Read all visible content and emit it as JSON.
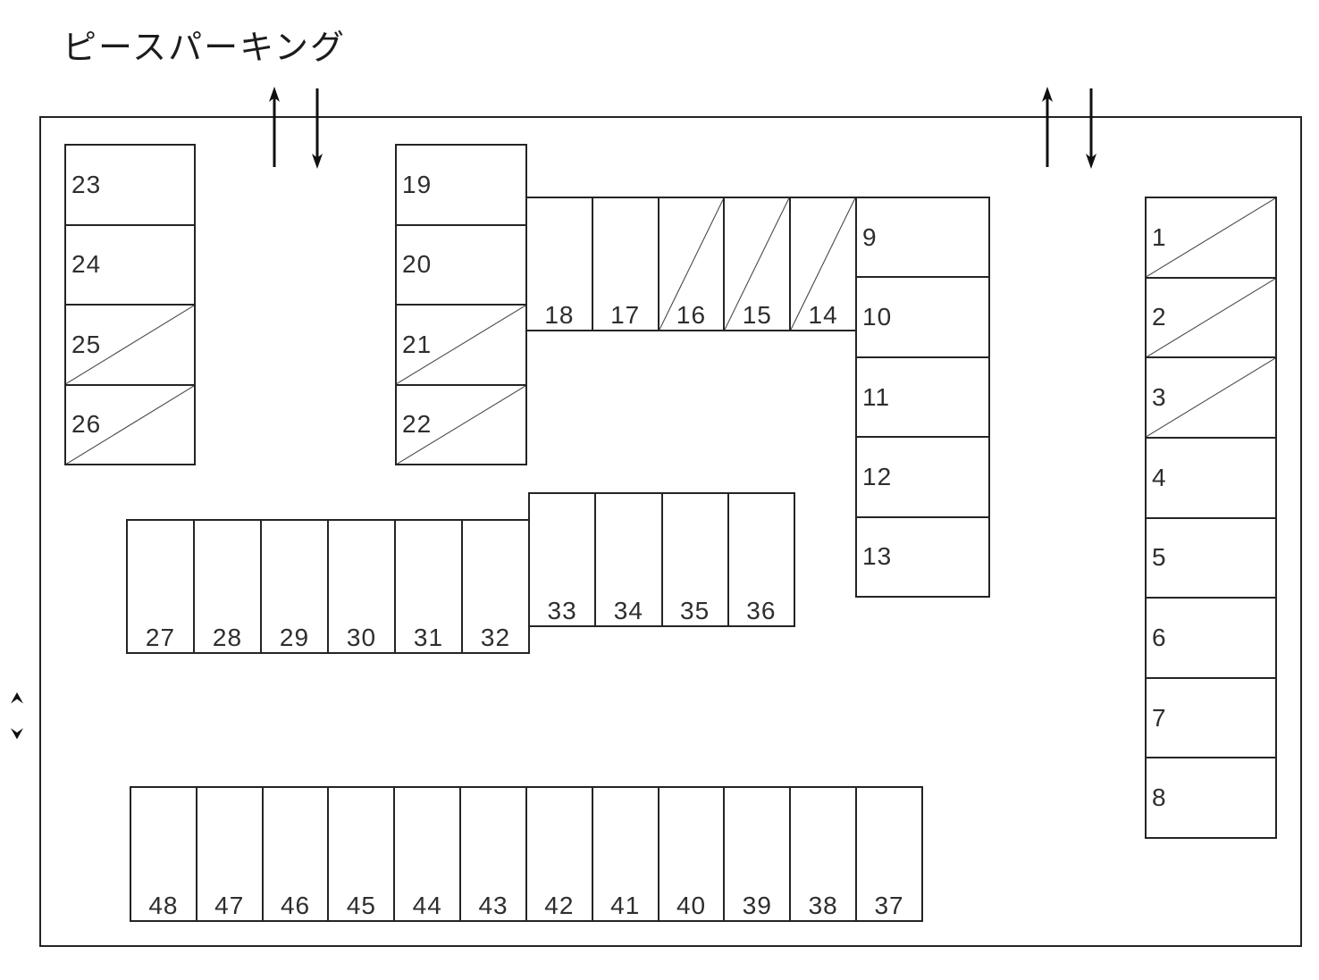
{
  "title": "ピースパーキング",
  "lot": {
    "colors": {
      "line": "#242424",
      "text": "#2e2e2e",
      "background": "#ffffff"
    },
    "entrance_arrows": {
      "top_left": [
        "arrow-up",
        "arrow-down"
      ],
      "top_right": [
        "arrow-up",
        "arrow-down"
      ],
      "left_edge": [
        "chevron-up",
        "chevron-down"
      ]
    },
    "groups": {
      "block_23_26": [
        {
          "label": "23",
          "diagonal": false
        },
        {
          "label": "24",
          "diagonal": false
        },
        {
          "label": "25",
          "diagonal": true
        },
        {
          "label": "26",
          "diagonal": true
        }
      ],
      "block_19_22": [
        {
          "label": "19",
          "diagonal": false
        },
        {
          "label": "20",
          "diagonal": false
        },
        {
          "label": "21",
          "diagonal": true
        },
        {
          "label": "22",
          "diagonal": true
        }
      ],
      "row_18_14": [
        {
          "label": "18",
          "diagonal": false
        },
        {
          "label": "17",
          "diagonal": false
        },
        {
          "label": "16",
          "diagonal": true
        },
        {
          "label": "15",
          "diagonal": true
        },
        {
          "label": "14",
          "diagonal": true
        }
      ],
      "block_9_13": [
        {
          "label": "9",
          "diagonal": false
        },
        {
          "label": "10",
          "diagonal": false
        },
        {
          "label": "11",
          "diagonal": false
        },
        {
          "label": "12",
          "diagonal": false
        },
        {
          "label": "13",
          "diagonal": false
        }
      ],
      "block_1_8": [
        {
          "label": "1",
          "diagonal": true
        },
        {
          "label": "2",
          "diagonal": true
        },
        {
          "label": "3",
          "diagonal": true
        },
        {
          "label": "4",
          "diagonal": false
        },
        {
          "label": "5",
          "diagonal": false
        },
        {
          "label": "6",
          "diagonal": false
        },
        {
          "label": "7",
          "diagonal": false
        },
        {
          "label": "8",
          "diagonal": false
        }
      ],
      "row_27_32": [
        {
          "label": "27",
          "diagonal": false
        },
        {
          "label": "28",
          "diagonal": false
        },
        {
          "label": "29",
          "diagonal": false
        },
        {
          "label": "30",
          "diagonal": false
        },
        {
          "label": "31",
          "diagonal": false
        },
        {
          "label": "32",
          "diagonal": false
        }
      ],
      "row_33_36": [
        {
          "label": "33",
          "diagonal": false
        },
        {
          "label": "34",
          "diagonal": false
        },
        {
          "label": "35",
          "diagonal": false
        },
        {
          "label": "36",
          "diagonal": false
        }
      ],
      "row_48_37": [
        {
          "label": "48",
          "diagonal": false
        },
        {
          "label": "47",
          "diagonal": false
        },
        {
          "label": "46",
          "diagonal": false
        },
        {
          "label": "45",
          "diagonal": false
        },
        {
          "label": "44",
          "diagonal": false
        },
        {
          "label": "43",
          "diagonal": false
        },
        {
          "label": "42",
          "diagonal": false
        },
        {
          "label": "41",
          "diagonal": false
        },
        {
          "label": "40",
          "diagonal": false
        },
        {
          "label": "39",
          "diagonal": false
        },
        {
          "label": "38",
          "diagonal": false
        },
        {
          "label": "37",
          "diagonal": false
        }
      ]
    }
  }
}
